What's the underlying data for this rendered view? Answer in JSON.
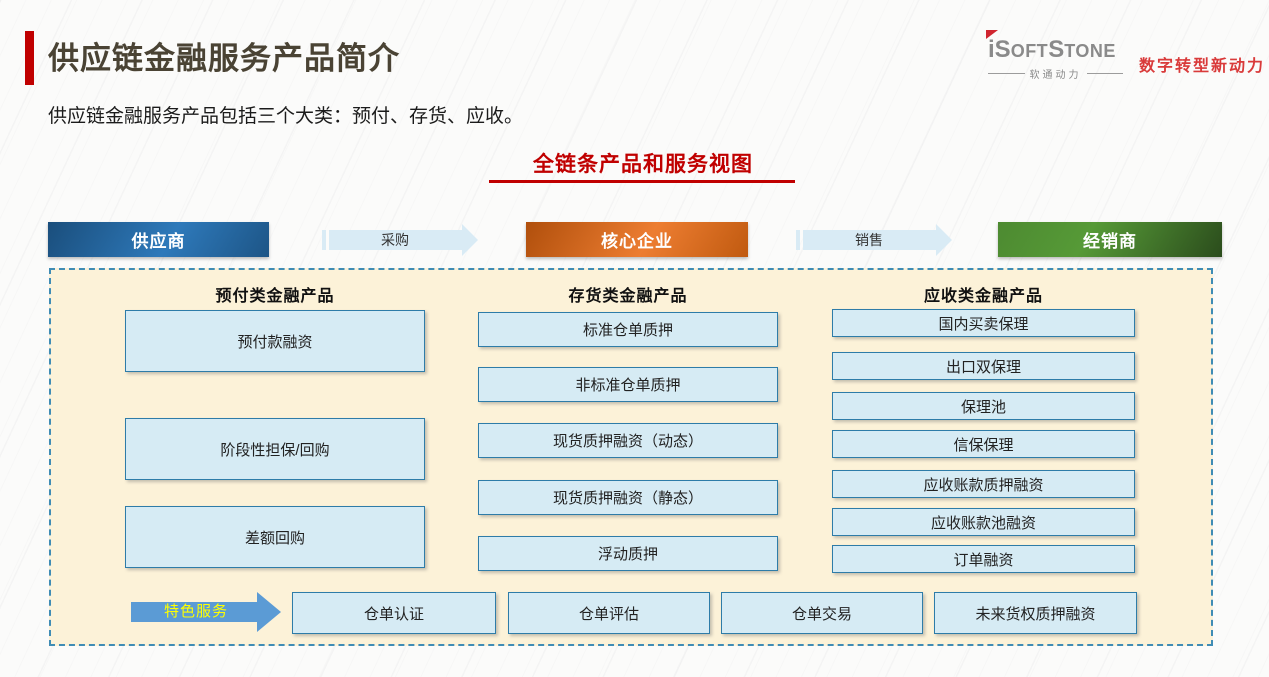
{
  "slide": {
    "title": "供应链金融服务产品简介",
    "subtitle": "供应链金融服务产品包括三个大类：预付、存货、应收。",
    "section_heading": "全链条产品和服务视图"
  },
  "logo": {
    "brand_parts": {
      "p0": "i",
      "p1": "S",
      "p2": "OFT",
      "p3": "S",
      "p4": "TONE"
    },
    "brand_sub": "软通动力",
    "tagline": "数字转型新动力"
  },
  "flow": {
    "nodes": [
      {
        "label": "供应商"
      },
      {
        "label": "核心企业"
      },
      {
        "label": "经销商"
      }
    ],
    "arrows": [
      {
        "label": "采购"
      },
      {
        "label": "销售"
      }
    ]
  },
  "panel": {
    "columns": [
      {
        "header": "预付类金融产品",
        "items": [
          "预付款融资",
          "阶段性担保/回购",
          "差额回购"
        ]
      },
      {
        "header": "存货类金融产品",
        "items": [
          "标准仓单质押",
          "非标准仓单质押",
          "现货质押融资（动态）",
          "现货质押融资（静态）",
          "浮动质押"
        ]
      },
      {
        "header": "应收类金融产品",
        "items": [
          "国内买卖保理",
          "出口双保理",
          "保理池",
          "信保保理",
          "应收账款质押融资",
          "应收账款池融资",
          "订单融资"
        ]
      }
    ],
    "special": {
      "label": "特色服务",
      "items": [
        "仓单认证",
        "仓单评估",
        "仓单交易",
        "未来货权质押融资"
      ]
    }
  },
  "colors": {
    "accent_red": "#c00000",
    "title_text": "#4a4334",
    "panel_bg": "#fcf2d8",
    "panel_border": "#3f8cb5",
    "box_fill": "#d6ebf4",
    "box_border": "#2e7ca8",
    "supplier_blue": "#2e79ba",
    "core_orange": "#ed7d31",
    "dealer_green": "#4d8a31",
    "flow_arrow_fill": "#d9ebf5",
    "special_arrow_blue": "#5b9bd5",
    "special_label_yellow": "#ffff00",
    "logo_gray": "#8a8a8a",
    "logo_red": "#d93a3a"
  }
}
